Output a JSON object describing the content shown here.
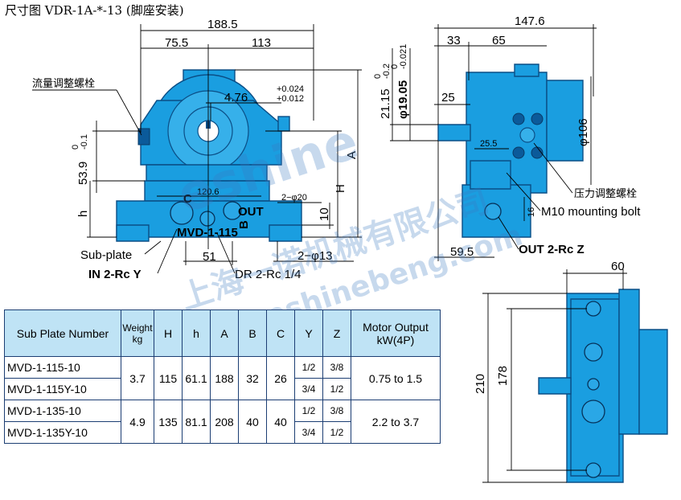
{
  "title": "尺寸图 VDR-1A-*-13 (脚座安装)",
  "labels": {
    "flow_screw": "流量调整螺栓",
    "pressure_screw": "压力调整螺栓",
    "mounting_bolt": "M10 mounting bolt",
    "sub_plate": "Sub-plate",
    "in_port": "IN 2-Rc Y",
    "out_port": "OUT 2-Rc Z",
    "dr_port": "DR 2-Rc 1/4",
    "port_c": "C",
    "port_out": "OUT",
    "port_b": "B",
    "plate_text": "MVD-1-115"
  },
  "dimensions": {
    "front_total": "188.5",
    "front_left": "75.5",
    "front_right": "113",
    "key_width": "4.76",
    "key_tol_upper": "+0.024",
    "key_tol_lower": "+0.012",
    "shaft_height": "53.9",
    "shaft_height_tol_upper": "0",
    "shaft_height_tol_lower": "-0.1",
    "h_letter": "h",
    "H_letter": "H",
    "A_letter": "A",
    "plate_width": "120.6",
    "bolt_holes": "2−φ20",
    "plate_10": "10",
    "hole_spacing": "51",
    "holes_13": "2−φ13",
    "side_total": "147.6",
    "side_33": "33",
    "side_65": "65",
    "shaft_key_depth": "21.15",
    "shaft_key_depth_tol_upper": "0",
    "shaft_key_depth_tol_lower": "-0.2",
    "shaft_dia": "φ19.05",
    "shaft_dia_tol_upper": "0",
    "shaft_dia_tol_lower": "-0.021",
    "shaft_len": "25",
    "body_dia": "φ106",
    "side_25_5": "25.5",
    "side_16": "16",
    "side_59_5": "59.5",
    "top_60": "60",
    "top_210": "210",
    "top_178": "178"
  },
  "watermark": {
    "brand": "eshine",
    "company": "上海一诺机械有限公司",
    "url": "www.eshinebeng.com"
  },
  "table": {
    "headers": {
      "sub_plate": "Sub Plate Number",
      "weight": "Weight kg",
      "H": "H",
      "h": "h",
      "A": "A",
      "B": "B",
      "C": "C",
      "Y": "Y",
      "Z": "Z",
      "motor": "Motor Output kW(4P)"
    },
    "rows": [
      {
        "model": "MVD-1-115-10",
        "weight": "3.7",
        "H": "115",
        "h": "61.1",
        "A": "188",
        "B": "32",
        "C": "26",
        "Y": "1/2",
        "Z": "3/8",
        "motor": "0.75 to 1.5"
      },
      {
        "model": "MVD-1-115Y-10",
        "Y": "3/4",
        "Z": "1/2"
      },
      {
        "model": "MVD-1-135-10",
        "weight": "4.9",
        "H": "135",
        "h": "81.1",
        "A": "208",
        "B": "40",
        "C": "40",
        "Y": "1/2",
        "Z": "3/8",
        "motor": "2.2 to 3.7"
      },
      {
        "model": "MVD-1-135Y-10",
        "Y": "3/4",
        "Z": "1/2"
      }
    ]
  }
}
